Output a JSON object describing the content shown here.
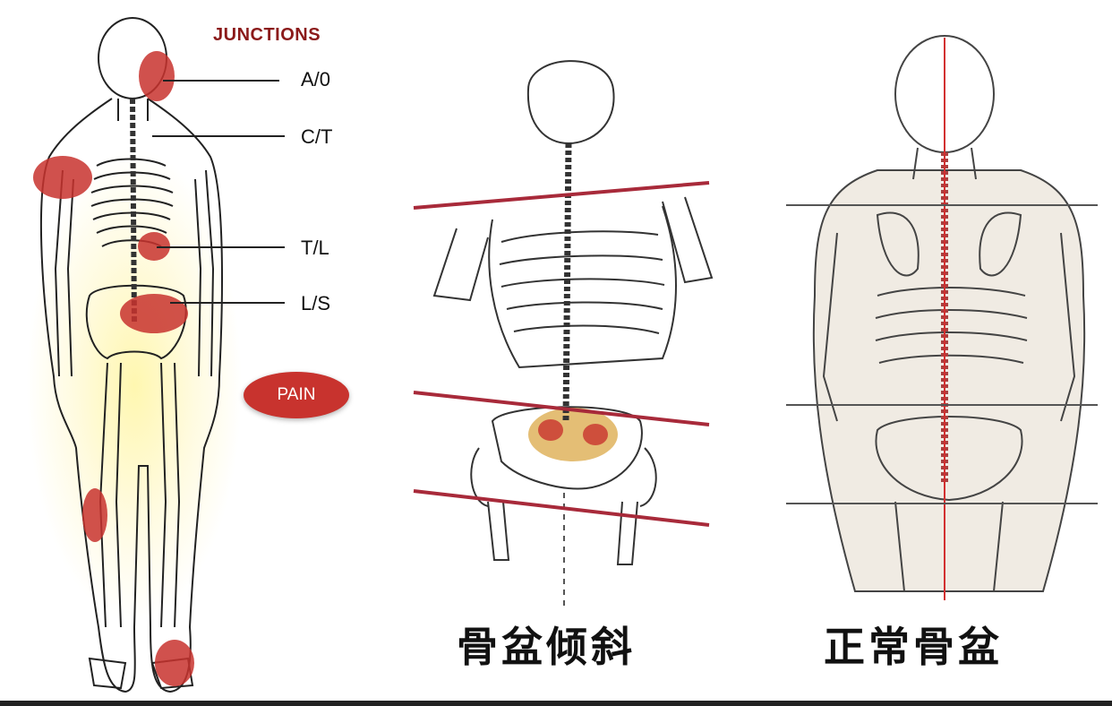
{
  "junctions": {
    "title": "JUNCTIONS",
    "labels": [
      "A/0",
      "C/T",
      "T/L",
      "L/S"
    ]
  },
  "legend": {
    "pain_label": "PAIN"
  },
  "captions": {
    "tilted_pelvis": "骨盆倾斜",
    "normal_pelvis": "正常骨盆"
  },
  "colors": {
    "pain": "#c8332e",
    "alignment_line": "#a82a3a",
    "reference_line": "#555555",
    "spine_line": "#d23030"
  }
}
